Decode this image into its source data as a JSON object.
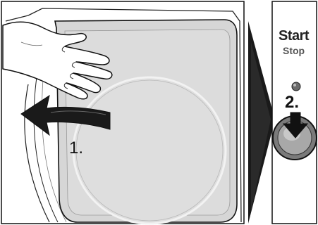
{
  "steps": {
    "step1": "1.",
    "step2": "2."
  },
  "control_panel": {
    "start_label": "Start",
    "stop_label": "Stop"
  },
  "colors": {
    "outline": "#111111",
    "arrow_dark": "#1a1a1a",
    "panel_grey": "#cfcfcf",
    "button_grey": "#9a9a9a",
    "led": "#6b6b6b"
  },
  "icons": {
    "hand": "hand-icon",
    "rotation_arrow": "curved-arrow-icon",
    "press_arrow": "down-arrow-icon",
    "next_step_arrow": "right-arrow-icon"
  }
}
